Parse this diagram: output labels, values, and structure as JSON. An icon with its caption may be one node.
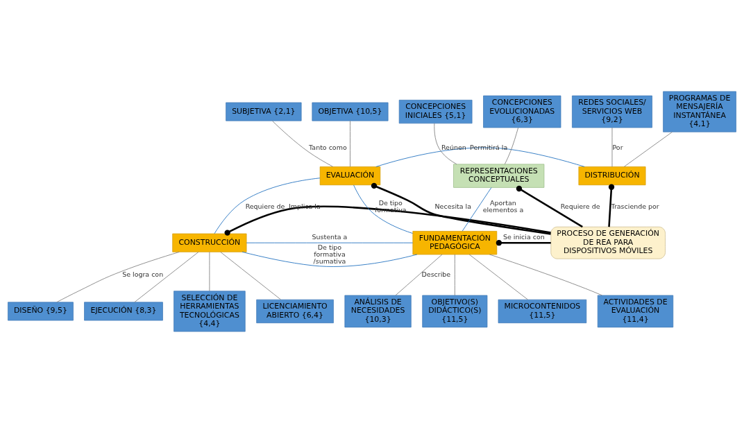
{
  "diagram": {
    "nodes": [
      {
        "text": [
          "PROCESO DE GENERACIÓN DE REA PARA DISPOSITIVOS MÓVILES"
        ]
      },
      {
        "text": [
          "EVALUACIÓN"
        ]
      },
      {
        "text": [
          "DISTRIBUCIÓN"
        ]
      },
      {
        "text": [
          "CONSTRUCCIÓN"
        ]
      },
      {
        "text": [
          "FUNDAMENTACIÓN PEDAGÓGICA"
        ]
      },
      {
        "text": [
          "REPRESENTACIONES CONCEPTUALES"
        ]
      },
      {
        "text": [
          "SUBJETIVA {2,1}"
        ]
      },
      {
        "text": [
          "OBJETIVA {10,5}"
        ]
      },
      {
        "text": [
          "REDES SOCIALES/ SERVICIOS WEB {9,2}"
        ]
      },
      {
        "text": [
          "PROGRAMAS DE MENSAJERÍA INSTANTÁNEA {4,1}"
        ]
      },
      {
        "text": [
          "CONCEPCIONES INICIALES {5,1}"
        ]
      },
      {
        "text": [
          "CONCEPCIONES EVOLUCIONADAS {6,3}"
        ]
      },
      {
        "text": [
          "DISEÑO {9,5}"
        ]
      },
      {
        "text": [
          "EJECUCIÓN {8,3}"
        ]
      },
      {
        "text": [
          "SELECCIÓN DE HERRAMIENTAS TECNOLÓGICAS {4,4}"
        ]
      },
      {
        "text": [
          "LICENCIAMIENTO ABIERTO {6,4}"
        ]
      },
      {
        "text": [
          "ANÁLISIS DE NECESIDADES {10,3}"
        ]
      },
      {
        "text": [
          "OBJETIVO(S) DIDÁCTICO(S) {11,5}"
        ]
      },
      {
        "text": [
          "MICROCONTENIDOS {11,5}"
        ]
      },
      {
        "text": [
          "ACTIVIDADES DE EVALUACIÓN {11,4}"
        ]
      }
    ],
    "edges": [
      {
        "from": 0,
        "to": 1,
        "arrow": "other",
        "label": "Necesita la",
        "style": "thick",
        "color": "#000000"
      },
      {
        "from": 0,
        "to": 2,
        "arrow": "other",
        "label": "Trasciende por",
        "style": "thick",
        "color": "#000000"
      },
      {
        "from": 0,
        "to": 3,
        "arrow": "other",
        "label": "Implica la",
        "style": "thick",
        "color": "#000000"
      },
      {
        "from": 0,
        "to": 4,
        "arrow": "other",
        "label": "Se inicia con",
        "style": "thick",
        "color": "#000000"
      },
      {
        "from": 0,
        "to": 5,
        "arrow": "other",
        "label": "Requiere de",
        "style": "thick",
        "color": "#000000"
      },
      {
        "from": 1,
        "to": 2,
        "arrow": "none",
        "label": "Permitirá la",
        "color": "#1f6fbf"
      },
      {
        "from": 1,
        "to": 3,
        "arrow": "none",
        "label": "Requiere de",
        "color": "#1f6fbf"
      },
      {
        "from": 4,
        "to": 1,
        "arrow": "none",
        "label": "De tipo formativa",
        "color": "#1f6fbf"
      },
      {
        "from": 4,
        "to": 3,
        "arrow": "none",
        "label": "De tipo formativa /sumativa",
        "color": "#1f6fbf"
      },
      {
        "from": 3,
        "to": 4,
        "arrow": "none",
        "label": "Sustenta a",
        "color": "#1f6fbf"
      },
      {
        "from": 5,
        "to": 4,
        "arrow": "none",
        "label": "Aportan elementos a",
        "color": "#1f6fbf"
      },
      {
        "from": 1,
        "to": 6,
        "arrow": "none",
        "label": "Tanto como"
      },
      {
        "from": 1,
        "to": 7,
        "arrow": "none"
      },
      {
        "from": 2,
        "to": 8,
        "arrow": "none",
        "label": "Por"
      },
      {
        "from": 2,
        "to": 9,
        "arrow": "none"
      },
      {
        "from": 5,
        "to": 10,
        "arrow": "none",
        "label": "Reúnen"
      },
      {
        "from": 5,
        "to": 11,
        "arrow": "none"
      },
      {
        "from": 3,
        "to": 12,
        "arrow": "none",
        "label": "Se logra con"
      },
      {
        "from": 3,
        "to": 13,
        "arrow": "none"
      },
      {
        "from": 3,
        "to": 14,
        "arrow": "none"
      },
      {
        "from": 3,
        "to": 15,
        "arrow": "none"
      },
      {
        "from": 4,
        "to": 16,
        "arrow": "none",
        "label": "Describe"
      },
      {
        "from": 4,
        "to": 17,
        "arrow": "none"
      },
      {
        "from": 4,
        "to": 18,
        "arrow": "none"
      },
      {
        "from": 4,
        "to": 19,
        "arrow": "none"
      }
    ]
  }
}
